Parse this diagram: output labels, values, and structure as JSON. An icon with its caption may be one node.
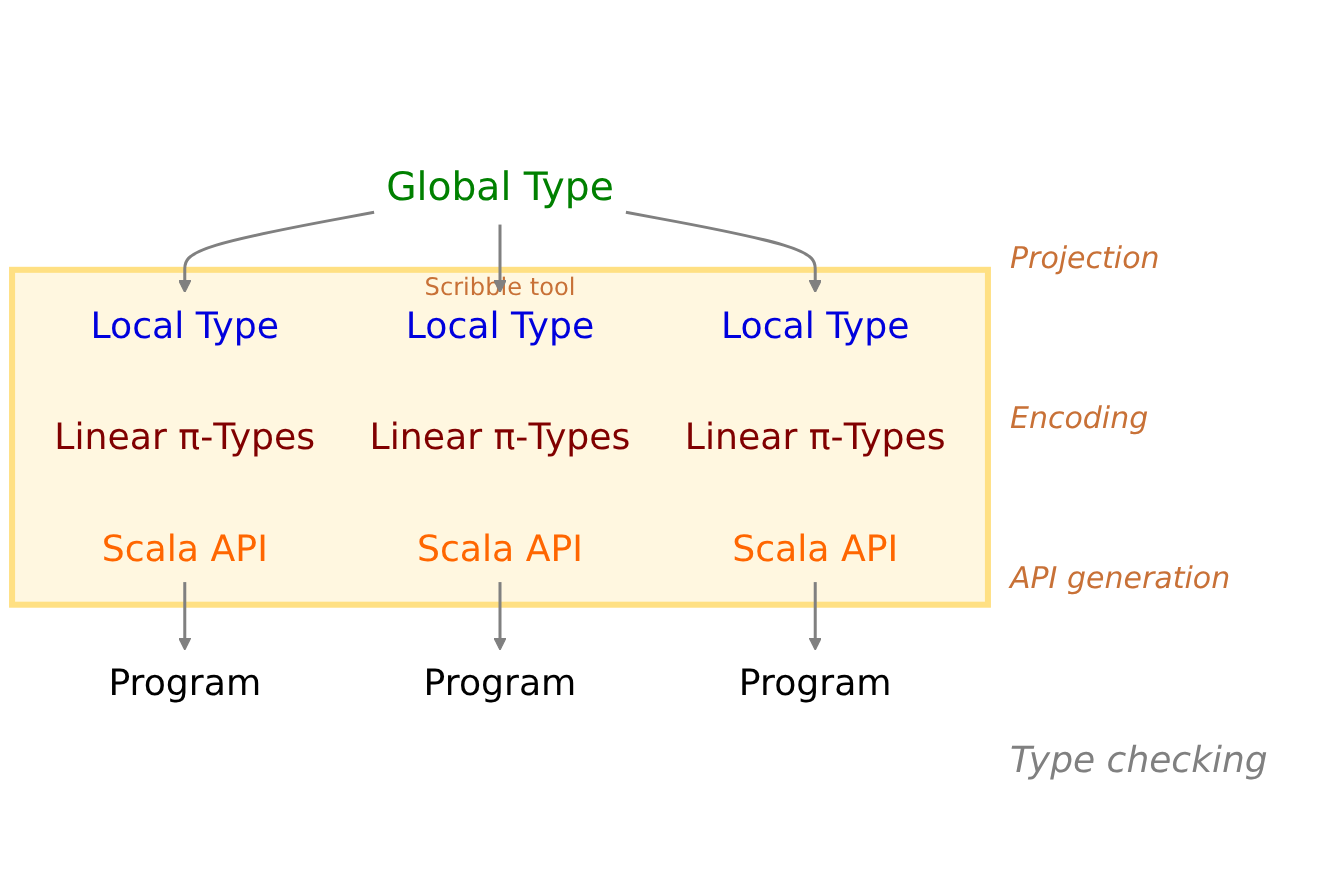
{
  "diagram": {
    "nodes": [
      {
        "text": [
          "Global Type"
        ]
      },
      {
        "text": [
          "Scribble tool"
        ]
      },
      {
        "text": [
          "Local Type"
        ],
        "in": 1
      },
      {
        "text": [
          "Local Type"
        ],
        "in": 1
      },
      {
        "text": [
          "Local Type"
        ],
        "in": 1
      },
      {
        "text": [
          "Linear π-Types"
        ],
        "in": 1
      },
      {
        "text": [
          "Linear π-Types"
        ],
        "in": 1
      },
      {
        "text": [
          "Linear π-Types"
        ],
        "in": 1
      },
      {
        "text": [
          "Scala API"
        ],
        "in": 1
      },
      {
        "text": [
          "Scala API"
        ],
        "in": 1
      },
      {
        "text": [
          "Scala API"
        ],
        "in": 1
      },
      {
        "text": [
          "Program"
        ]
      },
      {
        "text": [
          "Program"
        ]
      },
      {
        "text": [
          "Program"
        ]
      }
    ],
    "edges": [
      {
        "from": 0,
        "to": 2,
        "arrow": "to"
      },
      {
        "from": 0,
        "to": 3,
        "arrow": "to"
      },
      {
        "from": 0,
        "to": 4,
        "arrow": "to"
      },
      {
        "from": 8,
        "to": 11,
        "arrow": "to"
      },
      {
        "from": 9,
        "to": 12,
        "arrow": "to"
      },
      {
        "from": 10,
        "to": 13,
        "arrow": "to"
      }
    ],
    "labels": [
      "Projection",
      "Encoding",
      "API generation",
      "Type checking"
    ]
  }
}
